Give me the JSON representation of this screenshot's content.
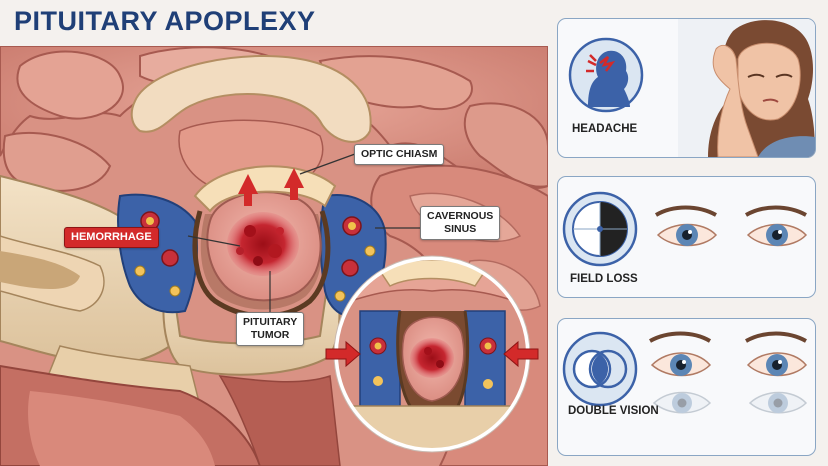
{
  "title": "PITUITARY APOPLEXY",
  "labels": {
    "optic_chiasm": "OPTIC CHIASM",
    "cavernous_sinus": [
      "CAVERNOUS",
      "SINUS"
    ],
    "hemorrhage": "HEMORRHAGE",
    "pituitary_tumor": [
      "PITUITARY",
      "TUMOR"
    ]
  },
  "symptoms": [
    {
      "label": "HEADACHE"
    },
    {
      "label": "FIELD LOSS"
    },
    {
      "label": "DOUBLE VISION"
    }
  ],
  "colors": {
    "title": "#1f3f77",
    "hemorrhage": "#d32a2a",
    "panel_border": "#8aa6c4",
    "sinus_blue": "#3c62a8"
  }
}
